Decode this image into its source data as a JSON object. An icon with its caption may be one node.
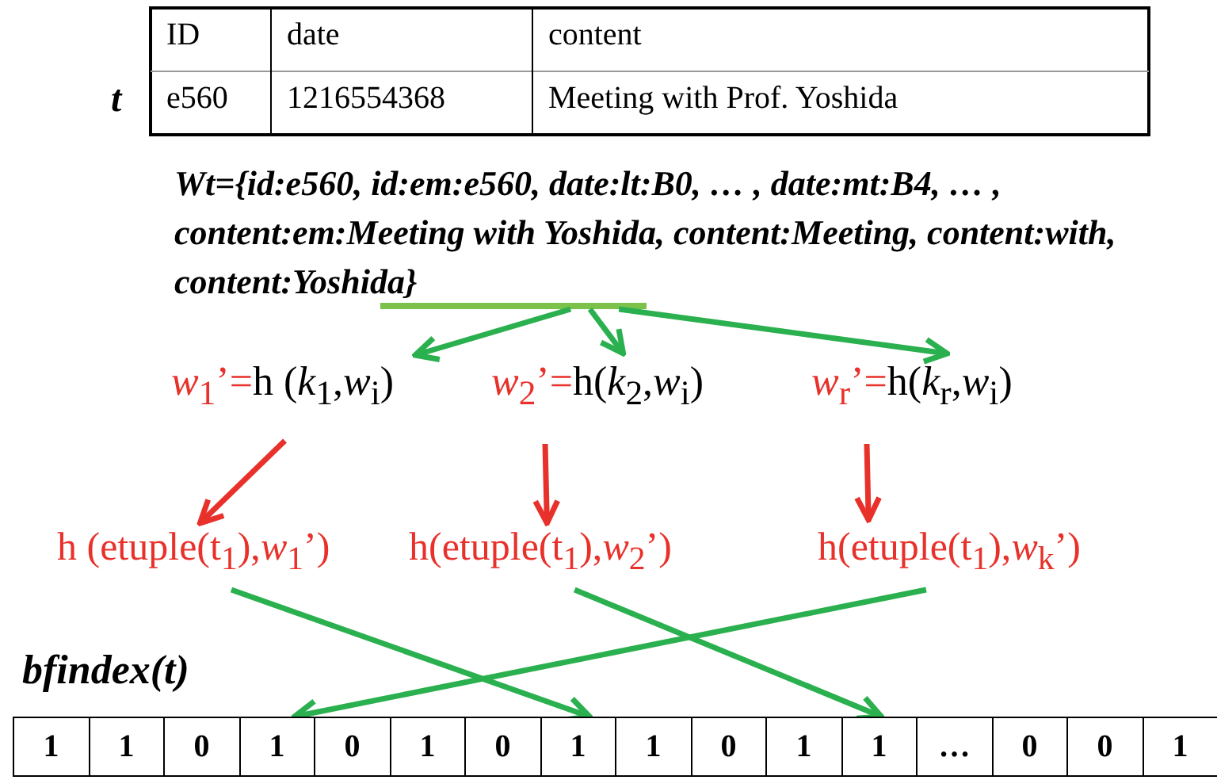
{
  "diagram": {
    "nodes": [
      {
        "text": [
          "Wt={id:e560, id:em:e560, date:lt:B0, … , date:mt:B4, … , content:em:Meeting with Yoshida, content:Meeting, content:with, content:Yoshida}"
        ]
      },
      {
        "text": [
          "*w*$_{1}$’=",
          "h (*k*$_{1}$,*w*$_{i}$)"
        ]
      },
      {
        "text": [
          "*w*$_{2}$’=",
          "h(*k*$_{2}$,*w*$_{i}$)"
        ]
      },
      {
        "text": [
          "*w*$_{r}$’=",
          "h(*k*$_{r}$,*w*$_{i}$)"
        ]
      },
      {
        "text": [
          "h (etuple(t$_{1}$),*w*$_{1}$’)"
        ]
      },
      {
        "text": [
          "h(etuple(t$_{1}$),*w*$_{2}$’)"
        ]
      },
      {
        "text": [
          "h(etuple(t$_{1}$),*w*$_{k}$’)"
        ]
      },
      {
        "text": [
          "1"
        ]
      },
      {
        "text": [
          "1"
        ]
      },
      {
        "text": [
          "0"
        ]
      },
      {
        "text": [
          "1"
        ]
      },
      {
        "text": [
          "0"
        ]
      },
      {
        "text": [
          "1"
        ]
      },
      {
        "text": [
          "0"
        ]
      },
      {
        "text": [
          "1"
        ]
      },
      {
        "text": [
          "1"
        ]
      },
      {
        "text": [
          "0"
        ]
      },
      {
        "text": [
          "1"
        ]
      },
      {
        "text": [
          "1"
        ]
      },
      {
        "text": [
          "…"
        ]
      },
      {
        "text": [
          "0"
        ]
      },
      {
        "text": [
          "0"
        ]
      },
      {
        "text": [
          "1"
        ]
      }
    ],
    "edges": [
      {
        "from": 0,
        "to": 1,
        "arrow": "to"
      },
      {
        "from": 0,
        "to": 2,
        "arrow": "to"
      },
      {
        "from": 0,
        "to": 3,
        "arrow": "to"
      },
      {
        "from": 1,
        "to": 4,
        "arrow": "to",
        "color": "#e8312a"
      },
      {
        "from": 2,
        "to": 5,
        "arrow": "to",
        "color": "#e8312a"
      },
      {
        "from": 3,
        "to": 6,
        "arrow": "to",
        "color": "#e8312a"
      },
      {
        "from": 4,
        "to": 14,
        "arrow": "to"
      },
      {
        "from": 5,
        "to": 18,
        "arrow": "to"
      },
      {
        "from": 6,
        "to": 10,
        "arrow": "to"
      }
    ],
    "labels": [
      "ID",
      "date",
      "content",
      "t",
      "e560",
      "1216554368",
      "Meeting with Prof. Yoshida",
      "bfindex(t)"
    ]
  }
}
